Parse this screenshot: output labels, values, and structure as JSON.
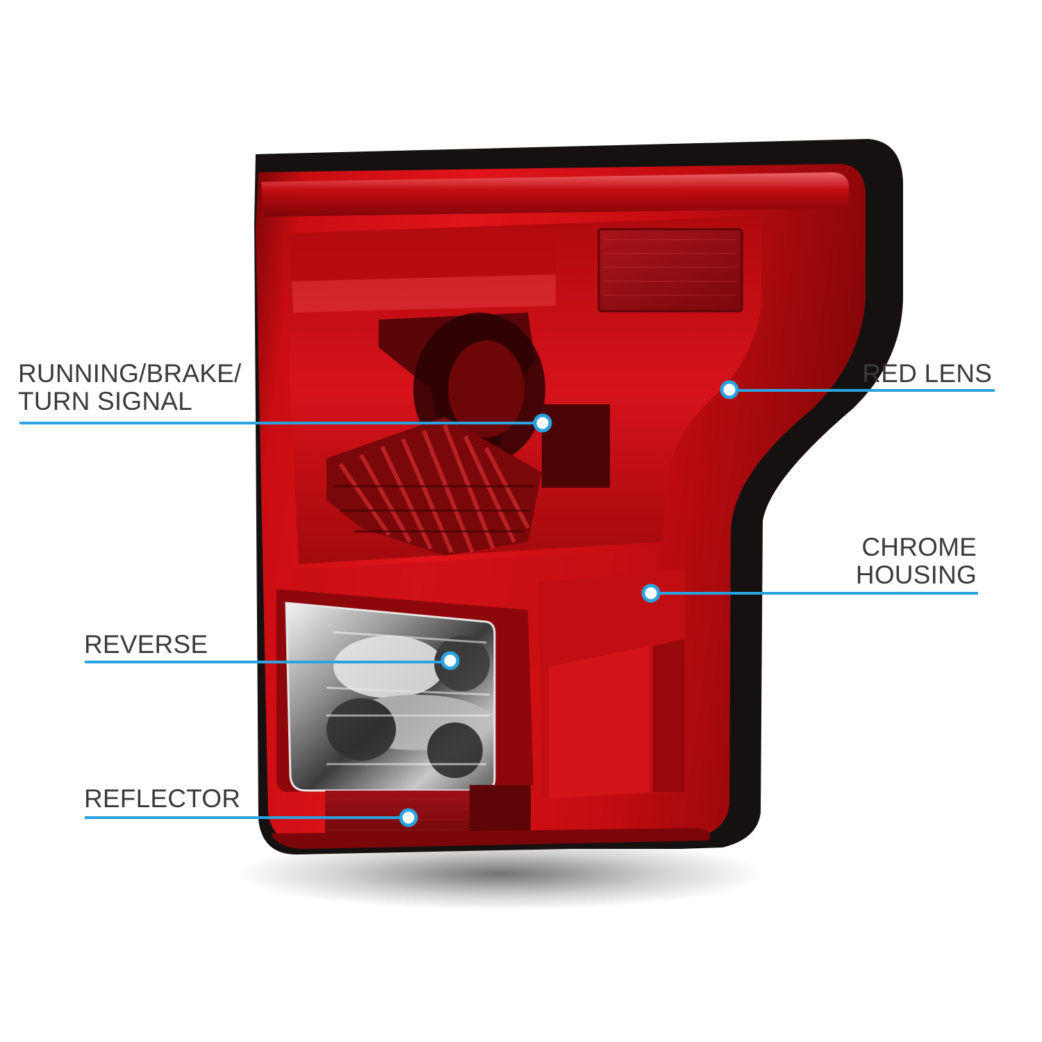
{
  "product": {
    "name": "tail-light-assembly",
    "colors": {
      "lens_red": "#d10f14",
      "lens_dark": "#6e0608",
      "housing_black": "#141010",
      "callout_blue": "#2aa3df",
      "label_gray": "#3a3a3a"
    }
  },
  "callouts": {
    "running_brake_turn": {
      "line1": "RUNNING/BRAKE/",
      "line2": "TURN SIGNAL"
    },
    "red_lens": {
      "label": "RED LENS"
    },
    "chrome_housing": {
      "line1": "CHROME",
      "line2": "HOUSING"
    },
    "reverse": {
      "label": "REVERSE"
    },
    "reflector": {
      "label": "REFLECTOR"
    }
  }
}
